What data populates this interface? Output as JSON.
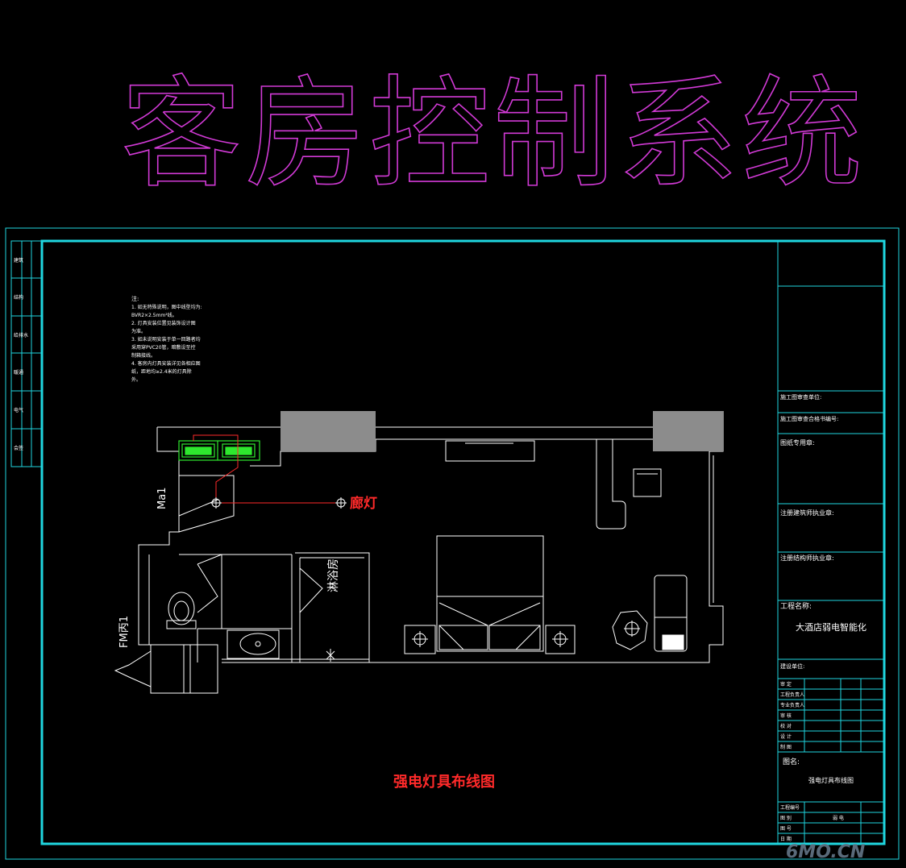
{
  "header": {
    "title": "客房控制系统"
  },
  "drawing": {
    "caption": "强电灯具布线图",
    "lamp_label": "廊灯",
    "door_labels": {
      "entry": "Ma1",
      "bath": "FM丙1"
    },
    "shower_label": "淋浴房"
  },
  "notes": {
    "heading": "注:",
    "lines": [
      "1. 如无特殊说明，图中线型均为:",
      "   BVR2×2.5mm²线。",
      "2. 灯具安装位置见装饰设计图",
      "   为准。",
      "3. 如未说明安装于单一回路者均",
      "   采用穿PVC20管，暗敷设至控",
      "   制箱接线。",
      "4. 客房内灯具安装详见各相应图",
      "   纸，距地均≥2.4米的灯具除",
      "   外。"
    ]
  },
  "title_block": {
    "field_construction_unit": "施工图审查单位:",
    "field_review_cert": "施工图审查合格书编号:",
    "field_drawing_seal": "图纸专用章:",
    "field_arch_seal": "注册建筑师执业章:",
    "field_struct_seal": "注册结构师执业章:",
    "field_project_name": "工程名称:",
    "project_name": "大酒店弱电智能化",
    "field_client": "建设单位:",
    "roles": [
      "审  定",
      "工程负责人",
      "专业负责人",
      "审  核",
      "校  对",
      "设  计",
      "制  图"
    ],
    "field_drawing_name": "图名:",
    "drawing_name": "强电灯具布线图",
    "bottom_rows": [
      "工程编号",
      "图  别",
      "图  号",
      "日  期"
    ],
    "drawing_class": "弱 电"
  },
  "left_strip": {
    "cells": [
      "建筑",
      "结构",
      "给排水",
      "暖通",
      "电气",
      "会签"
    ]
  },
  "watermark": "6MO.CN",
  "colors": {
    "frame": "#1fd6e0",
    "title": "#d23ad6",
    "wall": "#ffffff",
    "red": "#ff2a2a",
    "green": "#2ee82e",
    "gray_block": "#8c8c8c"
  }
}
